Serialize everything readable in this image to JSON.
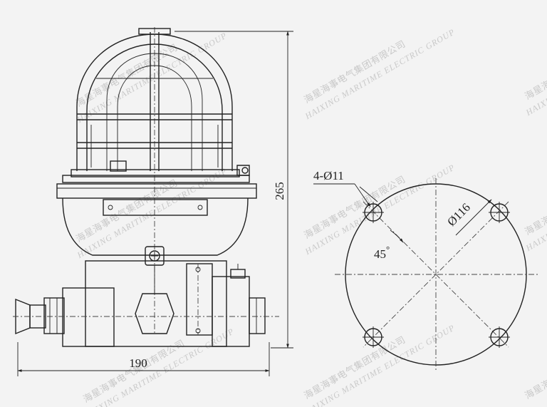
{
  "dimensions": {
    "width": "190",
    "height": "265",
    "bolt_holes": "4-Ø11",
    "bolt_circle": "Ø116",
    "angle": "45",
    "angle_unit": "°"
  },
  "watermark": {
    "chinese": "海星海事电气集团有限公司",
    "english": "HAIXING MARITIME ELECTRIC GROUP"
  }
}
